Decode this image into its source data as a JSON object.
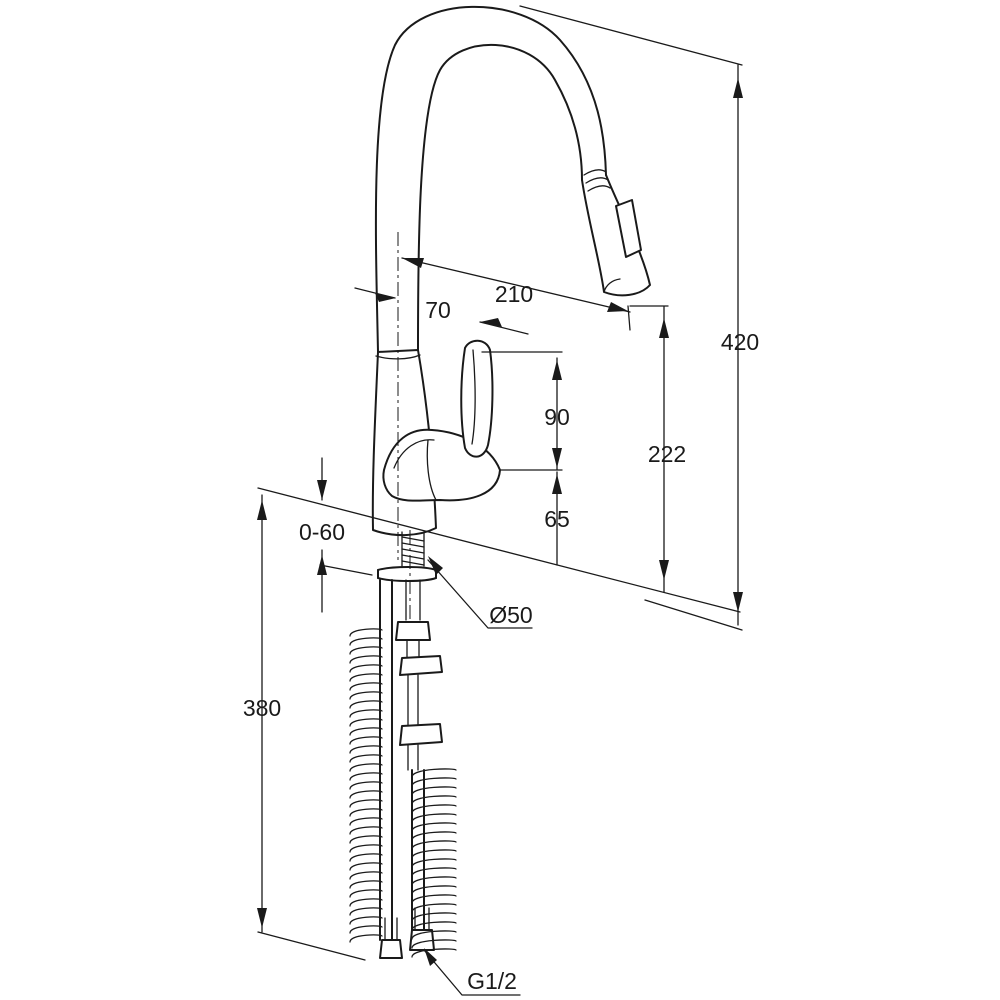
{
  "dimensions": {
    "total_height": "420",
    "spout_reach": "210",
    "handle_offset": "70",
    "spout_height": "222",
    "handle_height": "90",
    "base_height": "65",
    "deck_thickness": "0-60",
    "base_diameter": "Ø50",
    "hose_length": "380",
    "connection_thread": "G1/2"
  },
  "colors": {
    "line": "#1a1a1a",
    "background": "#ffffff"
  }
}
